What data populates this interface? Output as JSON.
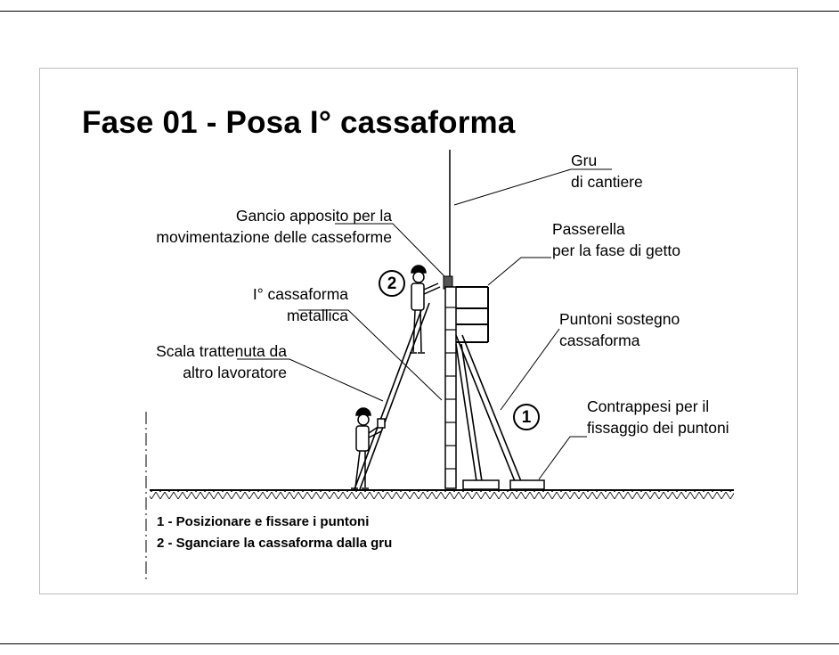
{
  "title": "Fase 01 -  Posa I° cassaforma",
  "labels": {
    "gru": [
      "Gru",
      "di cantiere"
    ],
    "gancio": [
      "Gancio apposito per la",
      "movimentazione delle casseforme"
    ],
    "passerella": [
      "Passerella",
      "per la fase di getto"
    ],
    "cassaforma": [
      "I° cassaforma",
      "metallica"
    ],
    "puntoni": [
      "Puntoni sostegno",
      "cassaforma"
    ],
    "scala": [
      "Scala trattenuta da",
      "altro lavoratore"
    ],
    "contrappesi": [
      "Contrappesi per il",
      "fissaggio dei puntoni"
    ]
  },
  "markers": {
    "one": "1",
    "two": "2"
  },
  "legend": [
    "1 - Posizionare e fissare i puntoni",
    "2 - Sganciare la cassaforma dalla gru"
  ]
}
